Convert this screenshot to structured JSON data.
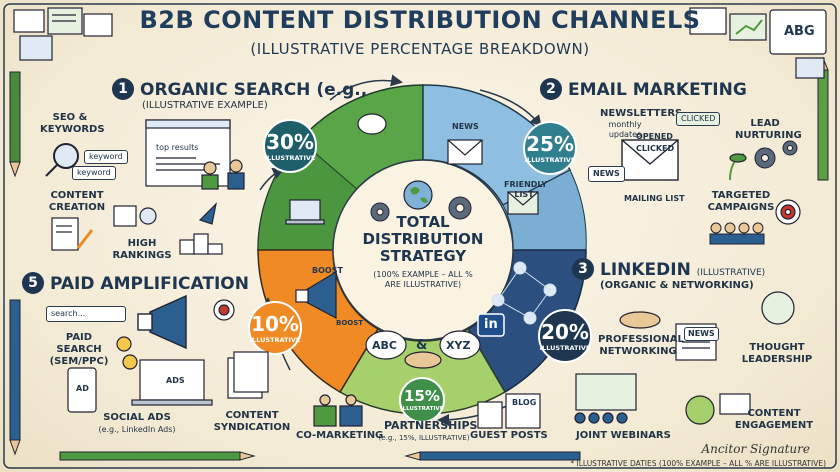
{
  "title": "B2B CONTENT DISTRIBUTION CHANNELS",
  "subtitle": "(ILLUSTRATIVE PERCENTAGE BREAKDOWN)",
  "center": {
    "line1": "TOTAL",
    "line2": "DISTRIBUTION",
    "line3": "STRATEGY",
    "note1": "(100% EXAMPLE – ALL %",
    "note2": "ARE ILLUSTRATIVE)"
  },
  "sections": {
    "organic": {
      "num": "1",
      "title": "ORGANIC SEARCH (e.g.,",
      "sub": "(ILLUSTRATIVE EXAMPLE)",
      "pct": "30%",
      "pct_note": "ILLUSTRATIVE",
      "labels": {
        "seo": "SEO &",
        "keywords": "KEYWORDS",
        "kw_tag1": "keyword",
        "kw_tag2": "keyword",
        "top_results": "top results",
        "content": "CONTENT",
        "creation": "CREATION",
        "high": "HIGH",
        "rankings": "RANKINGS"
      }
    },
    "email": {
      "num": "2",
      "title": "EMAIL MARKETING",
      "pct": "25%",
      "pct_note": "ILLUSTRATIVE",
      "labels": {
        "newsletters": "NEWSLETTERS",
        "monthly": "monthly",
        "updates": "updates",
        "opened": "OPENED",
        "clicked": "CLICKED",
        "clicked_tag": "CLICKED",
        "news": "NEWS",
        "news2": "NEWS",
        "friendly": "FRIENDLY",
        "list": "LIST",
        "mailing_list": "MAILING LIST",
        "lead": "LEAD",
        "nurturing": "NURTURING",
        "targeted": "TARGETED",
        "campaigns": "CAMPAIGNS"
      }
    },
    "linkedin": {
      "num": "3",
      "title": "LINKEDIN",
      "title_note": "(ILLUSTRATIVE)",
      "sub": "(ORGANIC & NETWORKING)",
      "pct": "20%",
      "pct_note": "ILLUSTRATIVE",
      "labels": {
        "in": "in",
        "professional": "PROFESSIONAL",
        "networking": "NETWORKING",
        "news": "NEWS",
        "thought": "THOUGHT",
        "leadership": "LEADERSHIP",
        "content": "CONTENT",
        "engagement": "ENGAGEMENT"
      }
    },
    "partnerships": {
      "pct": "15%",
      "pct_note": "ILLUSTRATIVE",
      "title": "PARTNERSHIPS",
      "sub": "(e.g., 15%, ILLUSTRATIVE)",
      "labels": {
        "abc": "ABC",
        "amp": "&",
        "xyz": "XYZ",
        "comarketing": "CO-MARKETING",
        "blog": "BLOG",
        "guest_posts": "GUEST POSTS",
        "joint_webinars": "JOINT WEBINARS"
      }
    },
    "paid": {
      "num": "5",
      "title": "PAID AMPLIFICATION",
      "pct": "10%",
      "pct_note": "ILLUSTRATIVE",
      "labels": {
        "search": "search...",
        "paid_search": "PAID SEARCH",
        "sem": "(SEM/PPC)",
        "boost": "BOOST",
        "boost2": "BOOST",
        "ads": "ADS",
        "ad": "AD",
        "social_ads": "SOCIAL ADS",
        "social_note": "(e.g., LinkedIn Ads)",
        "content": "CONTENT",
        "syndication": "SYNDICATION"
      }
    }
  },
  "corner_abg": "ABG",
  "signature": "Ancitor Signature",
  "footnote": "* ILLUSTRATIVE DATIES (100% EXAMPLE – ALL % ARE ILLUSTRATIVE)",
  "colors": {
    "navy": "#1e3650",
    "green": "#4f9a3e",
    "teal": "#2f7f8f",
    "lightblue": "#7fb2d6",
    "orange": "#f08a24",
    "lightgreen": "#a8cf6a",
    "blue": "#2b5f8f"
  }
}
